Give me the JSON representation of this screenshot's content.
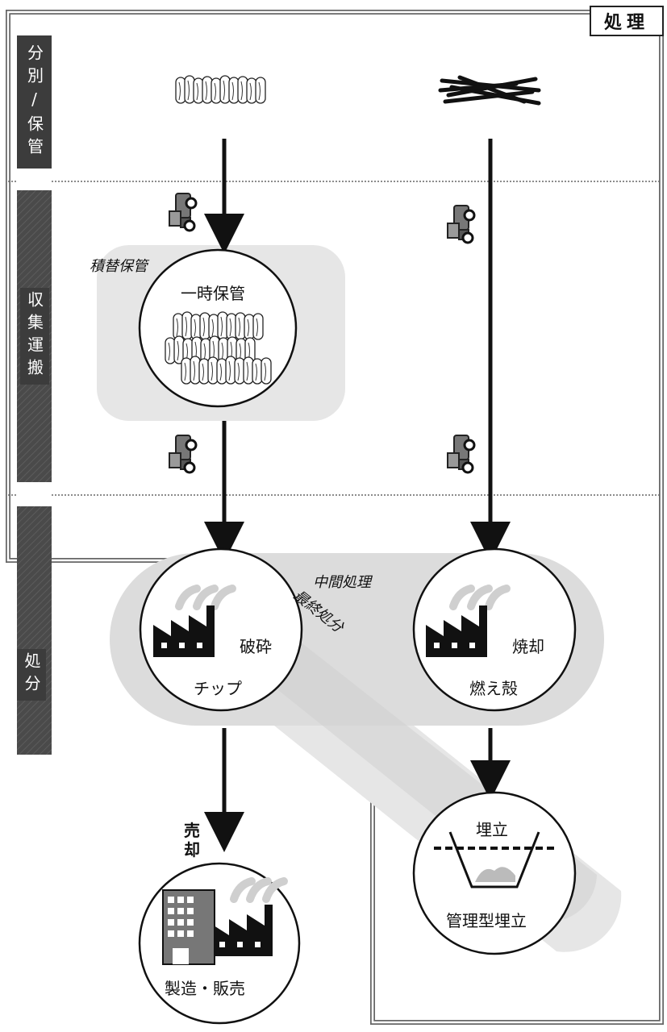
{
  "header": {
    "title": "処理"
  },
  "stages": [
    {
      "label": "分別/保管"
    },
    {
      "label": "収集運搬"
    },
    {
      "label": "処分"
    }
  ],
  "zones": {
    "transfer_storage": "積替保管",
    "intermediate": "中間処理",
    "final_disposal": "最終処分"
  },
  "nodes": {
    "temporary_storage": "一時保管",
    "crushing": "破砕",
    "chips": "チップ",
    "incineration": "焼却",
    "ash": "燃え殻",
    "landfill": "埋立",
    "managed_landfill": "管理型埋立",
    "manufacturing_sales": "製造・販売"
  },
  "flows": {
    "sale": "売却"
  },
  "icons": [
    "log-bundle-icon",
    "branch-pile-icon",
    "truck-icon",
    "factory-icon",
    "building-icon",
    "landfill-pit-icon"
  ],
  "colors": {
    "stage_band": "#3c3c3c",
    "zone_fill": "#e6e6e6",
    "factory": "#111111",
    "smoke": "#cfcfcf"
  }
}
